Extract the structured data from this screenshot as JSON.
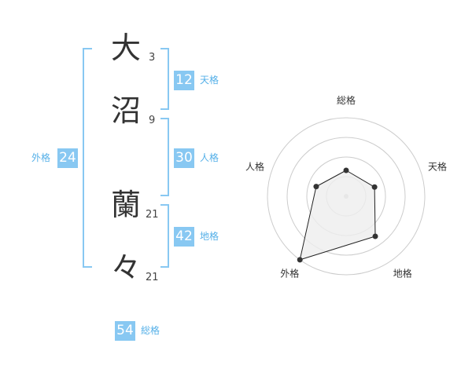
{
  "name": {
    "chars": [
      {
        "char": "大",
        "strokes": "3"
      },
      {
        "char": "沼",
        "strokes": "9"
      },
      {
        "char": "蘭",
        "strokes": "21"
      },
      {
        "char": "々",
        "strokes": "21"
      }
    ]
  },
  "kakusu": {
    "tenkaku": {
      "value": "12",
      "label": "天格"
    },
    "jinkaku": {
      "value": "30",
      "label": "人格"
    },
    "chikaku": {
      "value": "42",
      "label": "地格"
    },
    "gaikaku": {
      "value": "24",
      "label": "外格"
    },
    "soukaku": {
      "value": "54",
      "label": "総格"
    }
  },
  "chart_data": {
    "type": "radar",
    "axes": [
      "総格",
      "天格",
      "地格",
      "外格",
      "人格"
    ],
    "values": [
      0.33,
      0.38,
      0.63,
      1.0,
      0.4
    ],
    "rings": 4,
    "colors": {
      "fill": "#eeeeee",
      "line": "#222222",
      "grid": "#cccccc",
      "point": "#333333"
    }
  }
}
